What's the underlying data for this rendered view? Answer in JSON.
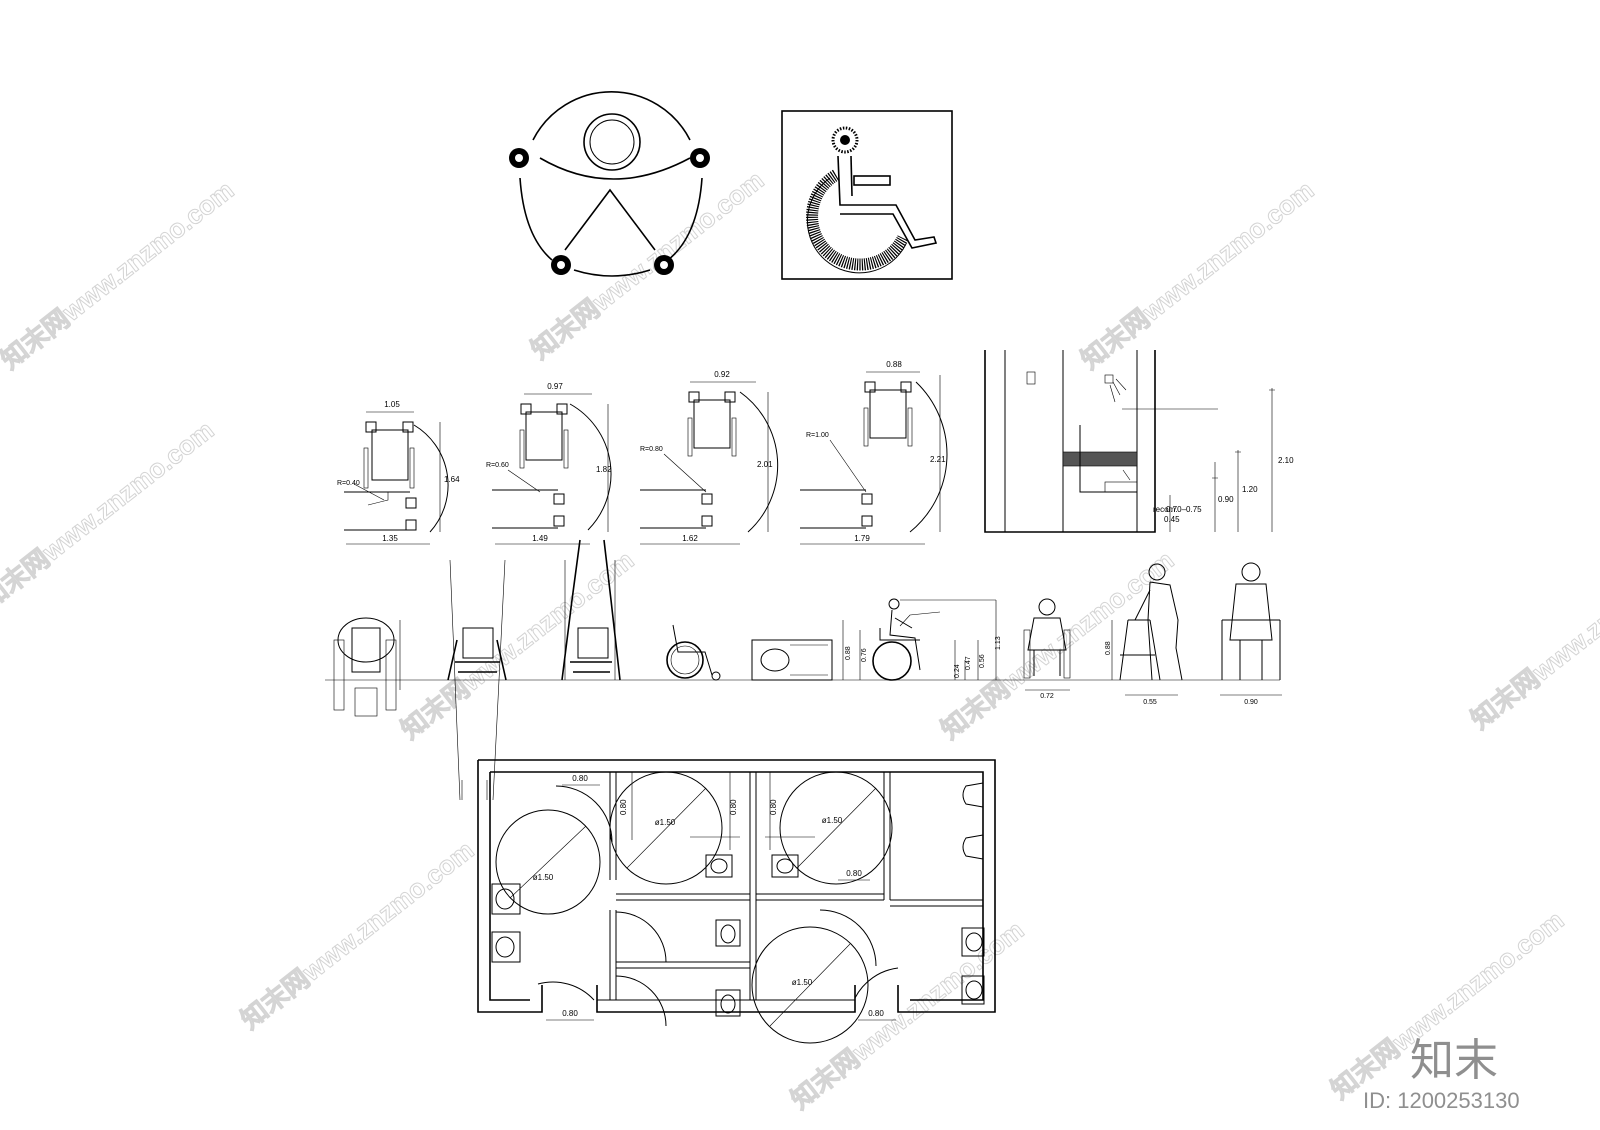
{
  "watermark": {
    "text": "知末网www.znzmo.com"
  },
  "brand": {
    "logo_text": "知末",
    "id_text": "ID: 1200253130"
  },
  "turning": [
    {
      "width": "1.05",
      "height": "1.64",
      "depth": "1.35",
      "radius": "R=0.40"
    },
    {
      "width": "0.97",
      "height": "1.82",
      "depth": "1.49",
      "radius": "R=0.60"
    },
    {
      "width": "0.92",
      "height": "2.01",
      "depth": "1.62",
      "radius": "R=0.80"
    },
    {
      "width": "0.88",
      "height": "2.21",
      "depth": "1.79",
      "radius": "R=1.00"
    }
  ],
  "shower": {
    "recom_label": "recom.",
    "dims": [
      "2.10",
      "1.20",
      "0.90",
      "0.70–0.75",
      "0.45"
    ]
  },
  "figures": {
    "wheelchair_side": [
      "1.13",
      "0.88",
      "0.76",
      "0.47",
      "0.56",
      "0.24"
    ],
    "seated_front": "0.72",
    "walker_side_height": "0.88",
    "walker_side_width": "0.55",
    "walker_front_width": "0.90"
  },
  "plan": {
    "door_widths": [
      "0.80",
      "0.80",
      "0.80",
      "0.80",
      "0.80",
      "0.80",
      "0.80"
    ],
    "circle_labels": [
      "ø1.50",
      "ø1.50",
      "ø1.50",
      "ø1.50"
    ]
  }
}
